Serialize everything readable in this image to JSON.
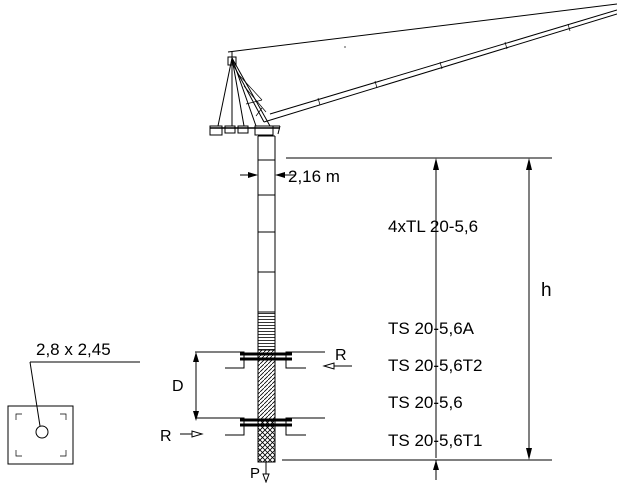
{
  "labels": {
    "width_dim": "2,16 m",
    "mast_top": "4xTL 20-5,6",
    "sec_a": "TS 20-5,6A",
    "sec_t2": "TS 20-5,6T2",
    "sec_std": "TS 20-5,6",
    "sec_t1": "TS 20-5,6T1",
    "height": "h",
    "spacing": "D",
    "reaction_upper": "R",
    "reaction_lower": "R",
    "load": "P",
    "footing": "2,8 x 2,45"
  }
}
